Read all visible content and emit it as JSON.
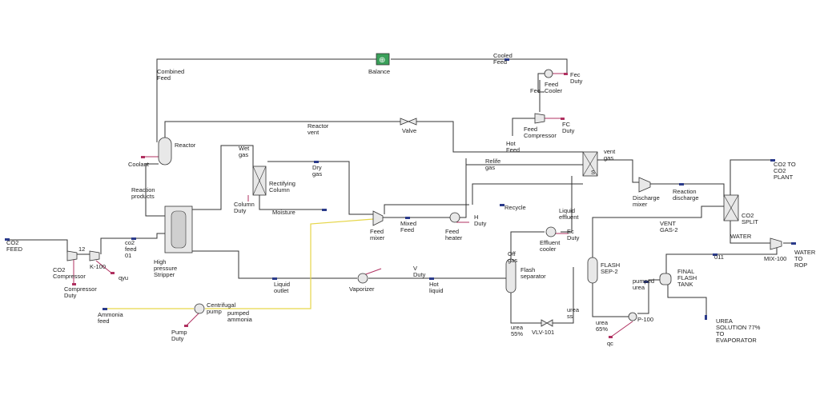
{
  "streams": {
    "combined_feed": "Combined\nFeed",
    "balance": "Balance",
    "cooled_feed": "Cooled\nFeed",
    "feed_cooler": "Feed\nCooler",
    "fec_duty": "Fec\nDuty",
    "fee": "Fee",
    "reactor_vent": "Reactor\nvent",
    "valve": "Valve",
    "feed_compressor": "Feed\nCompressor",
    "fc_duty": "FC\nDuty",
    "hot_feed": "Hot\nFeed",
    "reactor": "Reactor",
    "coolant": "Coolant",
    "wet_gas": "Wet\ngas",
    "dry_gas": "Dry\ngas",
    "rectifying_column": "Rectifying\nColumn",
    "relife_gas": "Relife\ngas",
    "s": "S",
    "vent_gas": "vent\ngas",
    "co2_to_plant": "CO2 TO\nCO2\nPLANT",
    "reaction_products": "Reaction\nproducts",
    "column_duty": "Column\nDuty",
    "moisture": "Moisture",
    "recycle": "Recycle",
    "discharge_mixer": "Discharge\nmixer",
    "reaction_discharge": "Reaction\ndischarge",
    "liquid_effluent": "Liquid\neffluent",
    "vent_gas_2": "VENT\nGAS-2",
    "co2_split": "CO2\nSPLIT",
    "feed_mixer": "Feed\nmixer",
    "mixed_feed": "Mixed\nFeed",
    "feed_heater": "Feed\nheater",
    "h_duty": "H\nDuty",
    "effluent_cooler": "Effluent\ncooler",
    "ec_duty": "Ec\nDuty",
    "water": "WATER",
    "mix_100": "MIX-100",
    "water_to_rop": "WATER\nTO\nROP",
    "co2_feed": "CO2\nFEED",
    "num_12": "12",
    "co2_feed_01": "co2\nfeed\n01",
    "k100": "K-100",
    "co2_compressor": "CO2\nCompressor",
    "qyu": "qyu",
    "compressor_duty": "Compressor\nDuty",
    "high_pressure_stripper": "High\npressure\nStripper",
    "off_gas": "Off\ngas",
    "flash_sep_2": "FLASH\nSEP-2",
    "num_011": "011",
    "final_flash_tank": "FINAL\nFLASH\nTANK",
    "pumped_urea": "pumped\nurea",
    "liquid_outlet": "Liquid\noutlet",
    "vaporizer": "Vaporizer",
    "v_duty": "V\nDuty",
    "hot_liquid": "Hot\nliquid",
    "flash_separator": "Flash\nseparator",
    "ammonia_feed": "Ammonia\nfeed",
    "centrifugal_pump": "Centrifugal\npump",
    "pumped_ammonia": "pumped\nammonia",
    "pump_duty": "Pump\nDuty",
    "urea_55": "urea\n55%",
    "vlv_101": "VLV-101",
    "urea_ss": "urea\nss",
    "urea_65": "urea\n65%",
    "p100": "P-100",
    "qc": "qc",
    "urea_solution": "UREA\nSOLUTION 77%\nTO\nEVAPORATOR"
  },
  "colors": {
    "material_stream": "#333333",
    "energy_stream": "#b03060",
    "ammonia_stream": "#e6d64a",
    "stream_end": "#2a3a8a",
    "balance_icon": "#3aa05a"
  }
}
